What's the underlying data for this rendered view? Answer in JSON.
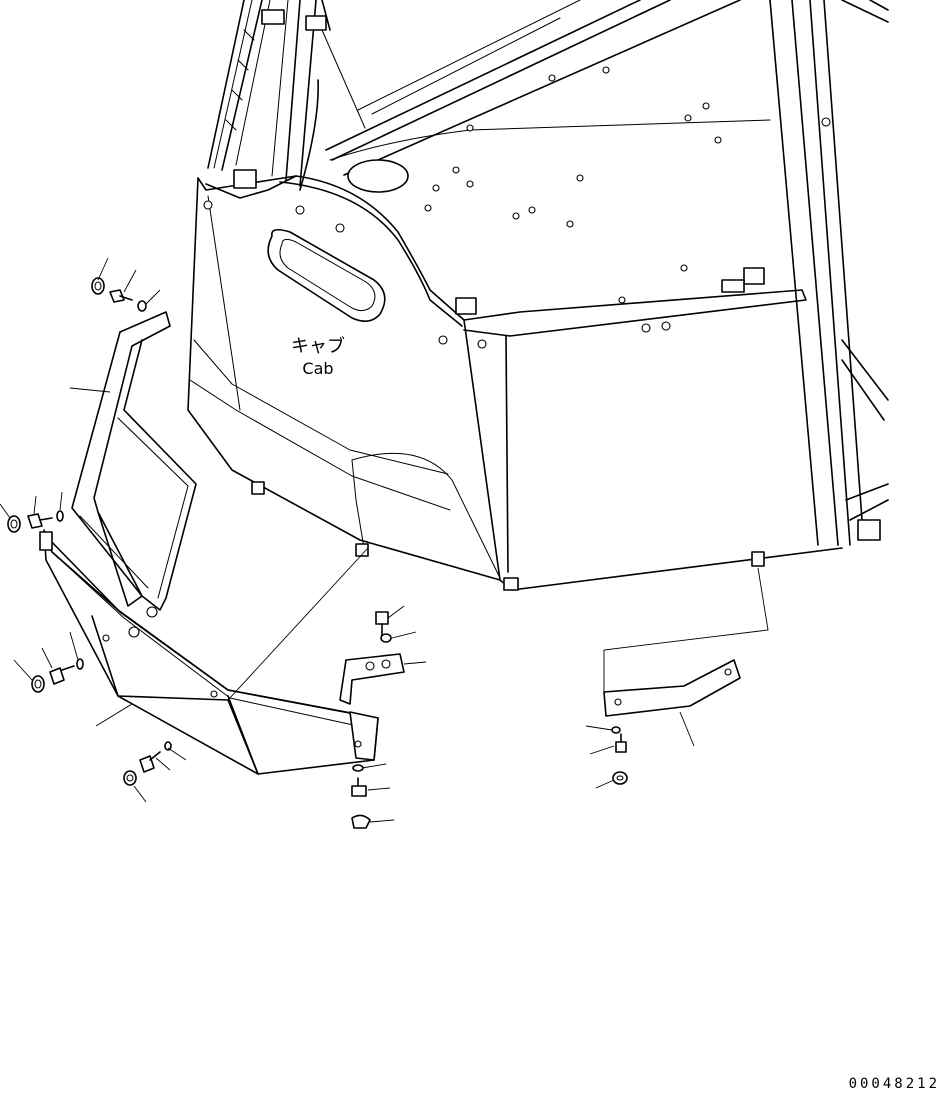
{
  "labels": {
    "cab_jp": "キャブ",
    "cab_en": "Cab"
  },
  "drawing_number": "00048212",
  "parts": [
    "side-cover-frame",
    "lower-front-cover",
    "mounting-bracket-left",
    "mounting-bracket-right",
    "flange-bolt",
    "washer",
    "nut"
  ]
}
